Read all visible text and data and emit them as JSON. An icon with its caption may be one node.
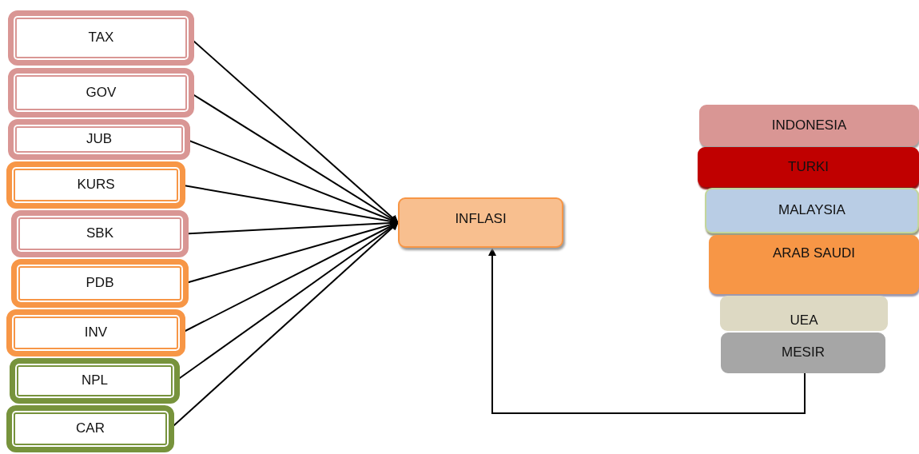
{
  "diagram": {
    "nodes": [
      {
        "text": [
          "TAX"
        ]
      },
      {
        "text": [
          "GOV"
        ]
      },
      {
        "text": [
          "JUB"
        ]
      },
      {
        "text": [
          "KURS"
        ]
      },
      {
        "text": [
          "SBK"
        ]
      },
      {
        "text": [
          "PDB"
        ]
      },
      {
        "text": [
          "INV"
        ]
      },
      {
        "text": [
          "NPL"
        ]
      },
      {
        "text": [
          "CAR"
        ]
      },
      {
        "text": [
          "INFLASI"
        ]
      },
      {
        "text": [
          "INDONESIA"
        ]
      },
      {
        "text": [
          "TURKI"
        ]
      },
      {
        "text": [
          "MALAYSIA"
        ]
      },
      {
        "text": [
          "ARAB SAUDI"
        ]
      },
      {
        "text": [
          "UEA"
        ]
      },
      {
        "text": [
          "MESIR"
        ]
      }
    ],
    "edges": [
      {
        "from": 0,
        "to": 9,
        "arrow": "to"
      },
      {
        "from": 1,
        "to": 9,
        "arrow": "to"
      },
      {
        "from": 2,
        "to": 9,
        "arrow": "to"
      },
      {
        "from": 3,
        "to": 9,
        "arrow": "to"
      },
      {
        "from": 4,
        "to": 9,
        "arrow": "to"
      },
      {
        "from": 5,
        "to": 9,
        "arrow": "to"
      },
      {
        "from": 6,
        "to": 9,
        "arrow": "to"
      },
      {
        "from": 7,
        "to": 9,
        "arrow": "to"
      },
      {
        "from": 8,
        "to": 9,
        "arrow": "to"
      },
      {
        "from": 15,
        "to": 9,
        "arrow": "to"
      }
    ]
  }
}
